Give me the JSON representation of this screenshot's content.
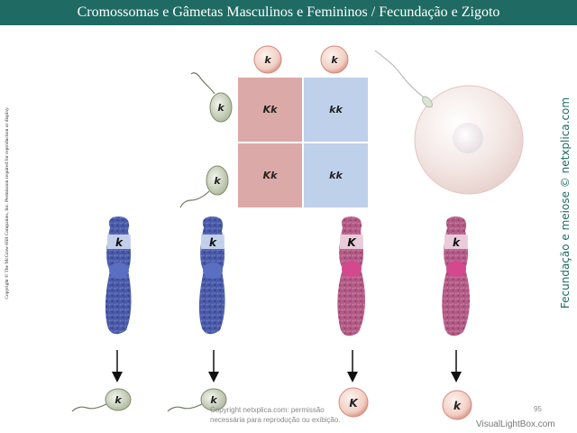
{
  "title": "Cromossomas e Gâmetas Masculinos e Femininos / Fecundação e Zigoto",
  "side_copyright": "Copyright © The McGraw-Hill Companies, Inc. Permission required for reproduction or display.",
  "side_brand": "Fecundação e meiose © netxplica.com",
  "punnett": {
    "egg_alleles": [
      "k",
      "k"
    ],
    "sperm_alleles": [
      "k",
      "k"
    ],
    "cells": [
      "Kk",
      "kk",
      "Kk",
      "kk"
    ]
  },
  "chromosomes": {
    "labels": [
      "k",
      "k",
      "K",
      "k"
    ]
  },
  "gametes": {
    "labels": [
      "k",
      "k",
      "K",
      "k"
    ]
  },
  "watermark": {
    "line1": "Copyright netxplica.com: permissão",
    "line2": "necessária para reprodução ou exibição."
  },
  "page_number": "95",
  "visual_lightbox": "VisualLightBox.com",
  "colors": {
    "title_bar": "#1f6b63",
    "blue_cell": "#bfd0ea",
    "pink_cell": "#dba9a7",
    "male_chromosome": "#4a5aa8",
    "female_chromosome": "#b25a86"
  }
}
